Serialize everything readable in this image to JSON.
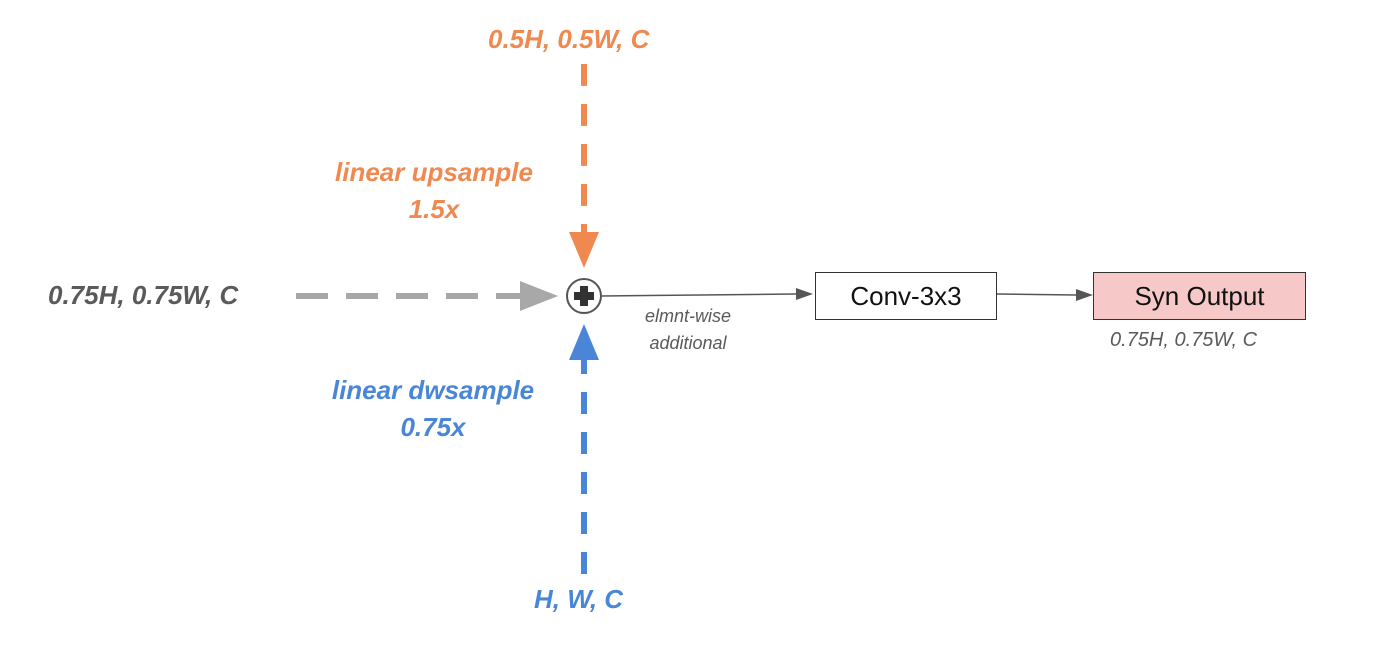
{
  "inputs": {
    "top": {
      "shape": "0.5H, 0.5W, C",
      "op": [
        "linear upsample",
        "1.5x"
      ],
      "color": "#f0894f"
    },
    "left": {
      "shape": "0.75H, 0.75W, C",
      "color": "#a8a8a8"
    },
    "bottom": {
      "shape": "H, W, C",
      "op": [
        "linear dwsample",
        "0.75x"
      ],
      "color": "#4a86d8"
    }
  },
  "merge": {
    "symbol": "+",
    "label": [
      "elmnt-wise",
      "additional"
    ]
  },
  "conv": {
    "label": "Conv-3x3"
  },
  "output": {
    "label": "Syn Output",
    "shape": "0.75H, 0.75W, C",
    "fill": "#f6c8c8"
  }
}
